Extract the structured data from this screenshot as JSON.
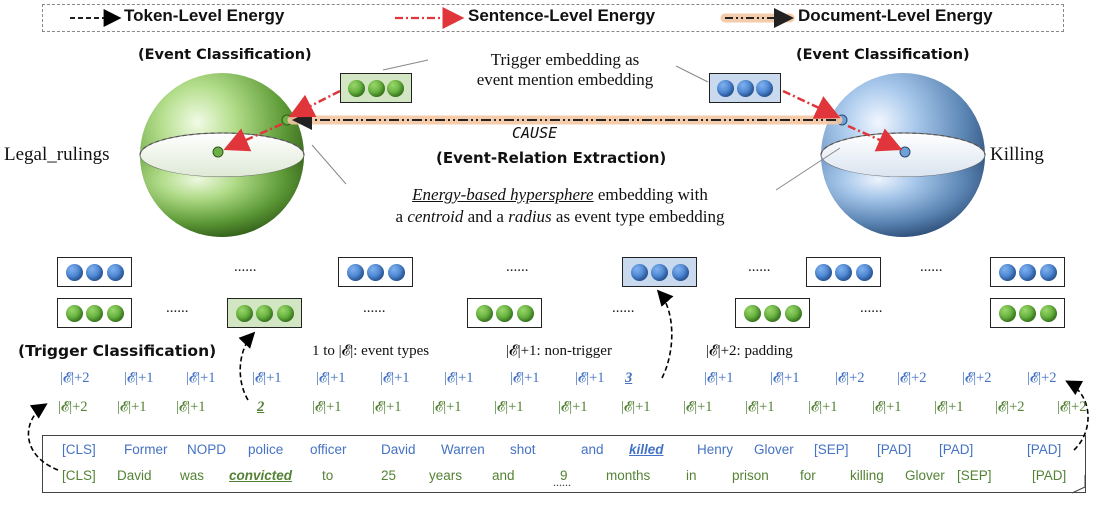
{
  "legend": {
    "token_level": "Token-Level Energy",
    "sentence_level": "Sentence-Level Energy",
    "document_level": "Document-Level Energy"
  },
  "colors": {
    "token_arrow": "#000000",
    "sentence_arrow": "#e0363b",
    "document_arrow": "#e8a068",
    "blue_text": "#4472c4",
    "green_text": "#548235"
  },
  "spheres": {
    "left_title": "(Event Classification)",
    "right_title": "(Event Classification)",
    "left_label": "Legal_rulings",
    "right_label": "Killing"
  },
  "annotations": {
    "trigger_embedding_line1": "Trigger embedding as",
    "trigger_embedding_line2": "event mention embedding",
    "relation_label": "CAUSE",
    "relation_caption": "(Event-Relation Extraction)",
    "hypersphere_em": "Energy-based hypersphere",
    "hypersphere_rest1": " embedding with",
    "line2_a": "a ",
    "centroid": "centroid",
    "line2_b": " and a ",
    "radius": "radius",
    "line2_c": " as event type embedding"
  },
  "embedding_ellipsis": "......",
  "trigger_classification": "(Trigger Classification)",
  "label_legend": {
    "event_types": "1 to |𝓔|: event types",
    "non_trigger": "|𝓔|+1: non-trigger",
    "padding": "|𝓔|+2: padding"
  },
  "sentence1": {
    "labels": [
      "|𝓔|+2",
      "|𝓔|+1",
      "|𝓔|+1",
      "|𝓔|+1",
      "|𝓔|+1",
      "|𝓔|+1",
      "|𝓔|+1",
      "|𝓔|+1",
      "|𝓔|+1",
      "3",
      "|𝓔|+1",
      "|𝓔|+1",
      "|𝓔|+2",
      "|𝓔|+2",
      "|𝓔|+2",
      "|𝓔|+2"
    ],
    "tokens": [
      "[CLS]",
      "Former",
      "NOPD",
      "police",
      "officer",
      "David",
      "Warren",
      "shot",
      "and",
      "killed",
      "Henry",
      "Glover",
      "[SEP]",
      "[PAD]",
      "[PAD]",
      "[PAD]"
    ]
  },
  "sentence2": {
    "labels": [
      "|𝓔|+2",
      "|𝓔|+1",
      "|𝓔|+1",
      "2",
      "|𝓔|+1",
      "|𝓔|+1",
      "|𝓔|+1",
      "|𝓔|+1",
      "|𝓔|+1",
      "|𝓔|+1",
      "|𝓔|+1",
      "|𝓔|+1",
      "|𝓔|+1",
      "|𝓔|+1",
      "|𝓔|+1",
      "|𝓔|+2",
      "|𝓔|+2"
    ],
    "tokens": [
      "[CLS]",
      "David",
      "was",
      "convicted",
      "to",
      "25",
      "years",
      "and",
      "9",
      "months",
      "in",
      "prison",
      "for",
      "killing",
      "Glover",
      "[SEP]",
      "[PAD]"
    ]
  },
  "document_ellipsis": "......"
}
